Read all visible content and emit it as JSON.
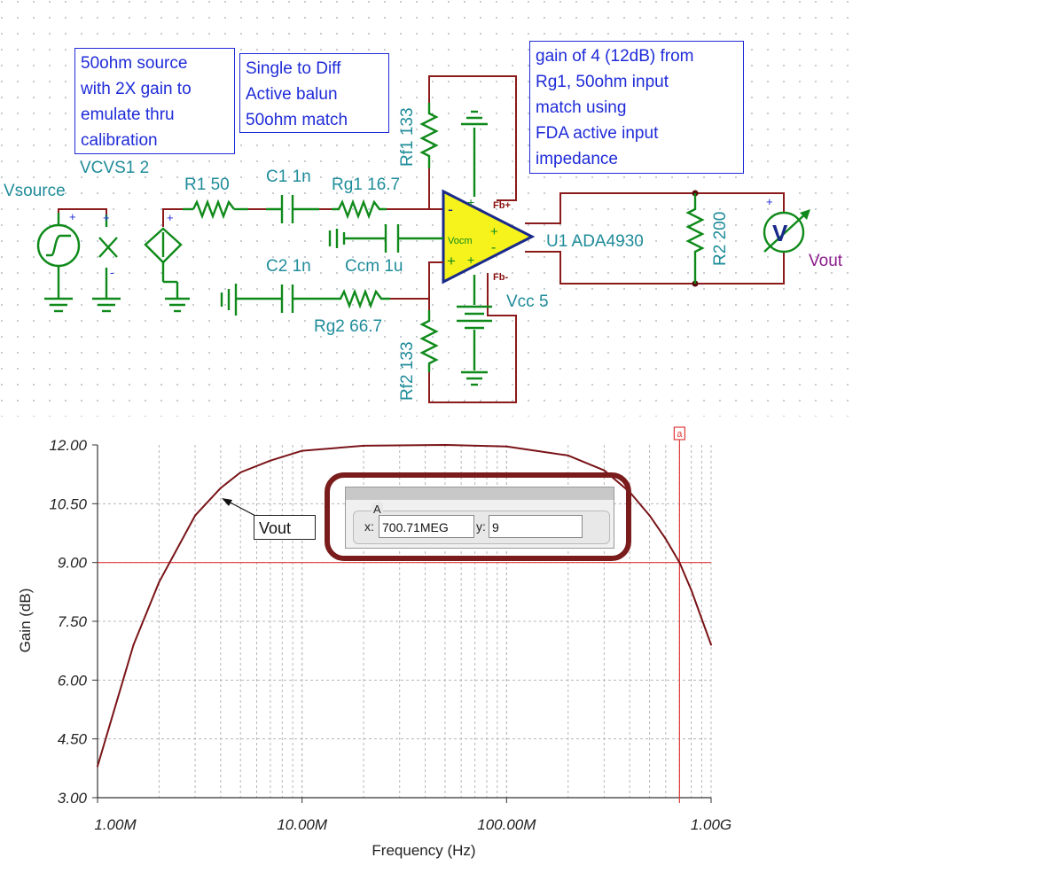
{
  "annotations": {
    "source_note": [
      "50ohm source",
      "with 2X gain to",
      "emulate thru",
      "calibration"
    ],
    "balun_note": [
      "Single to Diff",
      "Active balun",
      "50ohm match"
    ],
    "gain_note": [
      "gain of 4 (12dB) from",
      "Rg1, 50ohm input",
      "match using",
      "FDA active input",
      "impedance"
    ]
  },
  "components": {
    "vsource": "Vsource",
    "vcvs": "VCVS1 2",
    "r1": "R1 50",
    "c1": "C1 1n",
    "rg1": "Rg1 16.7",
    "rf1": "Rf1 133",
    "c2": "C2 1n",
    "ccm": "Ccm 1u",
    "rg2": "Rg2 66.7",
    "rf2": "Rf2 133",
    "u1": "U1 ADA4930",
    "vcc": "Vcc 5",
    "r2": "R2 200",
    "vout": "Vout",
    "meter_symbol": "V",
    "opamp_vocm": "Vocm",
    "pin_fbp": "Fb+",
    "pin_fbm": "Fb-"
  },
  "colors": {
    "note_blue": "#1f2bd8",
    "label_teal": "#1f8c9a",
    "wire_red": "#8b1a1a",
    "component_green": "#0f8a1a",
    "opamp_fill": "#f6f21c",
    "curve": "#7a1418",
    "cursor_red": "#e03a3a"
  },
  "cursor": {
    "name": "A",
    "marker": "a",
    "x_label": "x:",
    "y_label": "y:",
    "x_value": "700.71MEG",
    "y_value": "9"
  },
  "chart_data": {
    "type": "line",
    "xlabel": "Frequency (Hz)",
    "ylabel": "Gain (dB)",
    "xscale": "log",
    "xlim": [
      1000000,
      1000000000
    ],
    "ylim": [
      3,
      12
    ],
    "grid": true,
    "x_tick_labels": [
      "1.00M",
      "10.00M",
      "100.00M",
      "1.00G"
    ],
    "y_tick_labels": [
      "12.00",
      "10.50",
      "9.00",
      "7.50",
      "6.00",
      "4.50",
      "3.00"
    ],
    "series": [
      {
        "name": "Vout",
        "x": [
          1000000,
          1500000,
          2000000,
          3000000,
          4000000,
          5000000,
          7000000,
          10000000,
          20000000,
          50000000,
          100000000,
          200000000,
          300000000,
          400000000,
          500000000,
          600000000,
          700710000,
          800000000,
          1000000000
        ],
        "y": [
          3.8,
          6.9,
          8.5,
          10.2,
          10.9,
          11.3,
          11.6,
          11.85,
          11.98,
          12.0,
          11.96,
          11.73,
          11.35,
          10.8,
          10.2,
          9.6,
          9.0,
          8.3,
          6.9
        ]
      }
    ],
    "annotations": [
      "Vout"
    ]
  }
}
